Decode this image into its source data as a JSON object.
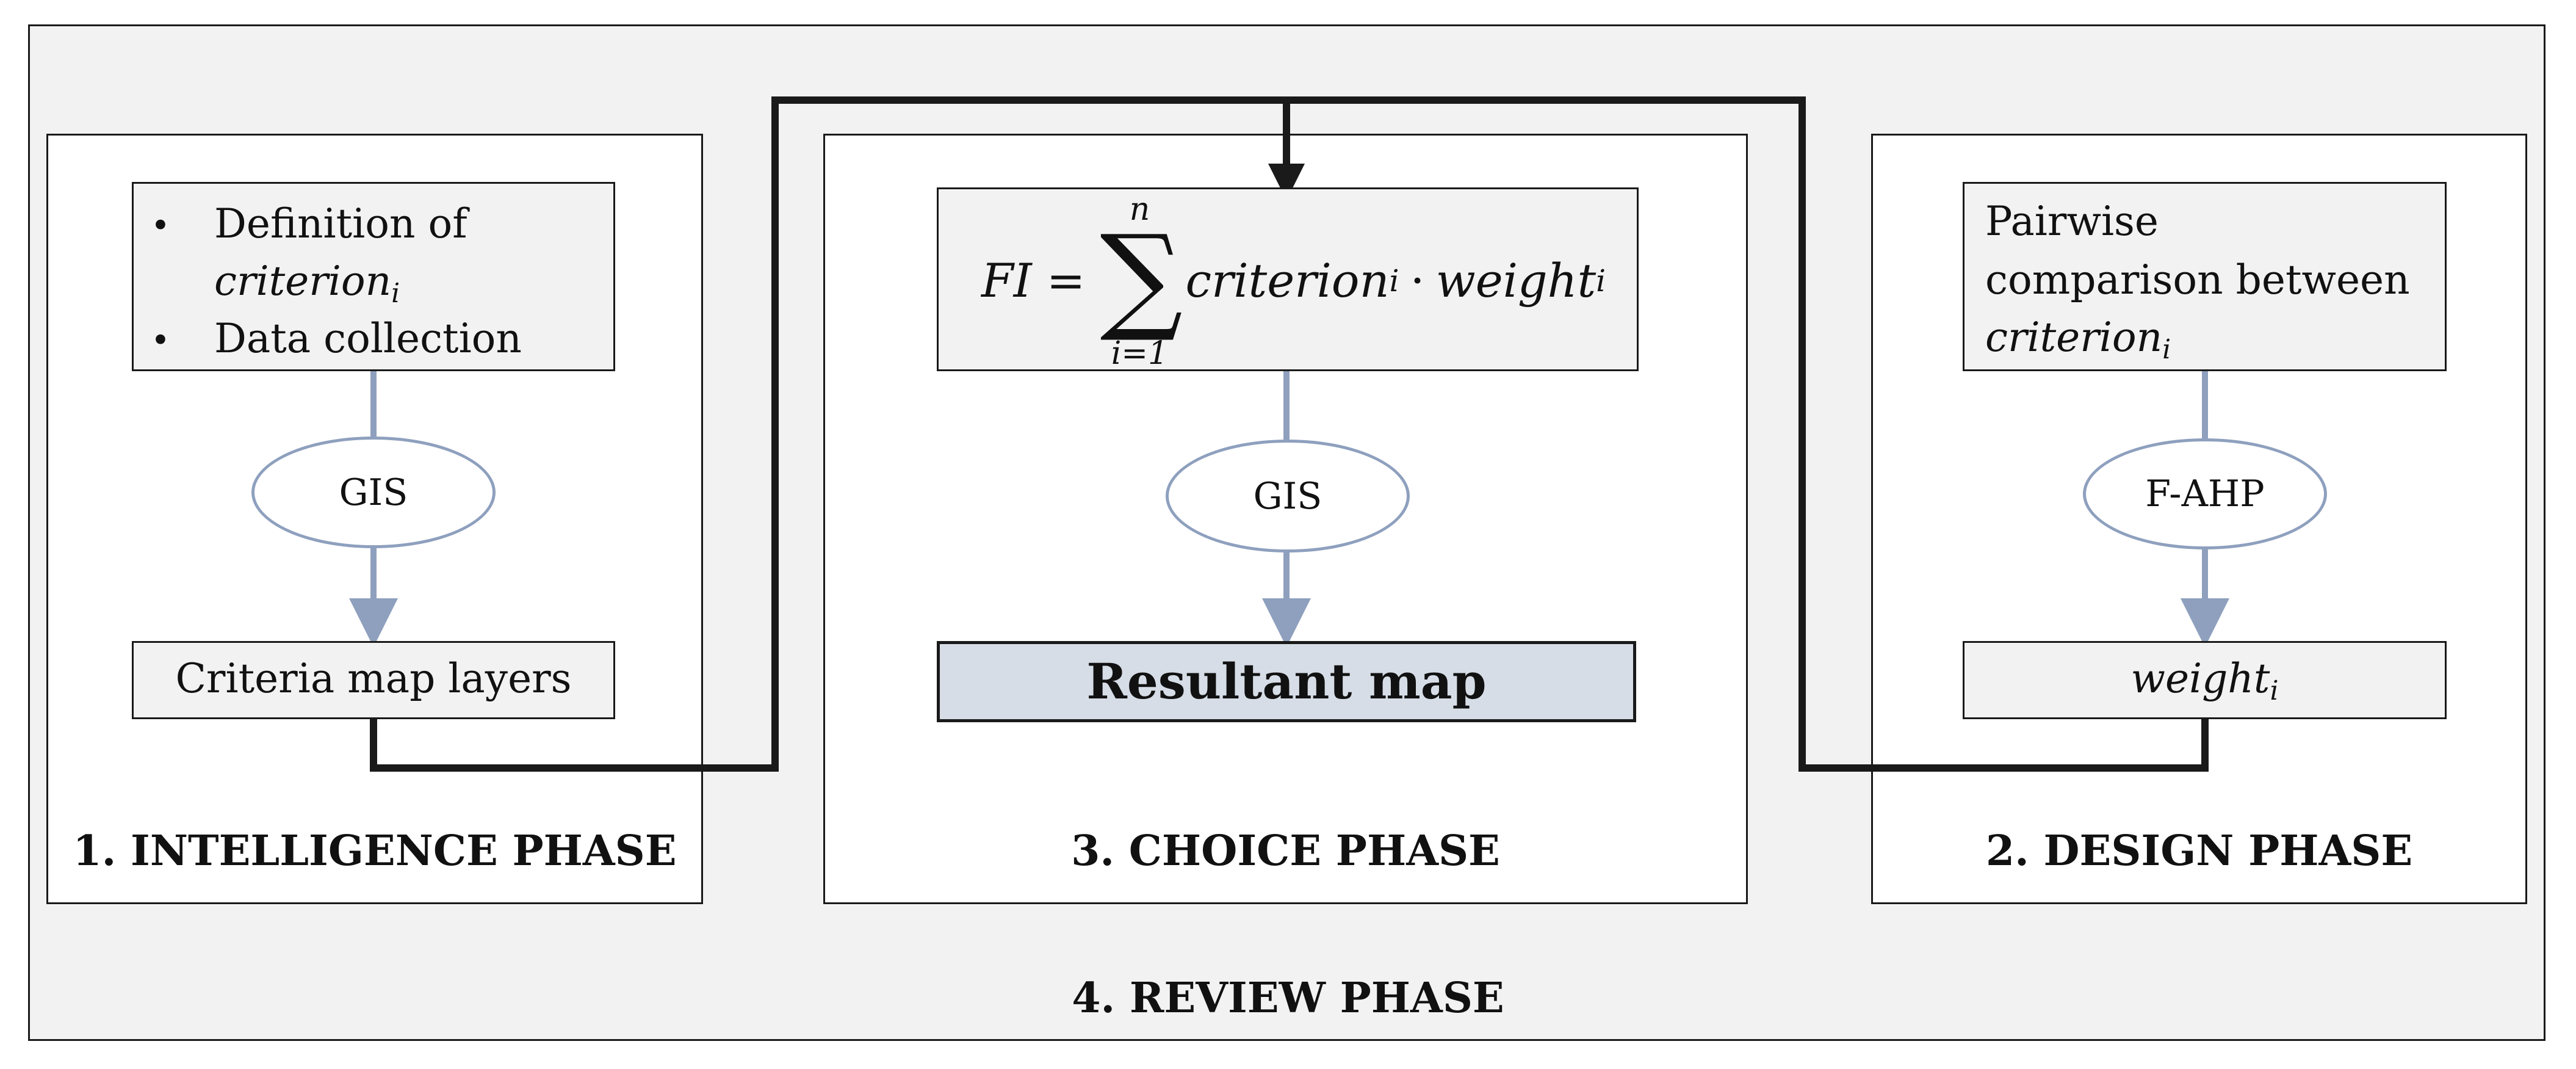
{
  "phases": {
    "intelligence": {
      "title": "1. INTELLIGENCE PHASE",
      "bullet_1_text": "Definition of",
      "bullet_1_var": "criterion",
      "bullet_1_sub": "i",
      "bullet_2_text": "Data collection",
      "tool": "GIS",
      "output": "Criteria map layers"
    },
    "design": {
      "title": "2. DESIGN PHASE",
      "line_1": "Pairwise",
      "line_2": "comparison between",
      "line_3_var": "criterion",
      "line_3_sub": "i",
      "tool": "F-AHP",
      "output_var": "weight",
      "output_sub": "i"
    },
    "choice": {
      "title": "3. CHOICE PHASE",
      "formula": {
        "lhs": "FI",
        "equals": "=",
        "sum_upper": "n",
        "sum_lower": "i=1",
        "term_1": "criterion",
        "term_1_sub": "i",
        "dot": "·",
        "term_2": "weight",
        "term_2_sub": "i"
      },
      "tool": "GIS",
      "output": "Resultant map"
    },
    "review": {
      "title": "4. REVIEW PHASE"
    }
  },
  "colors": {
    "frame": "#1a1a1a",
    "phase_bg": "#ffffff",
    "outer_bg": "#f2f2f2",
    "box_bg": "#f2f2f2",
    "result_bg": "#d6dde6",
    "arrow": "#8ea0be"
  }
}
